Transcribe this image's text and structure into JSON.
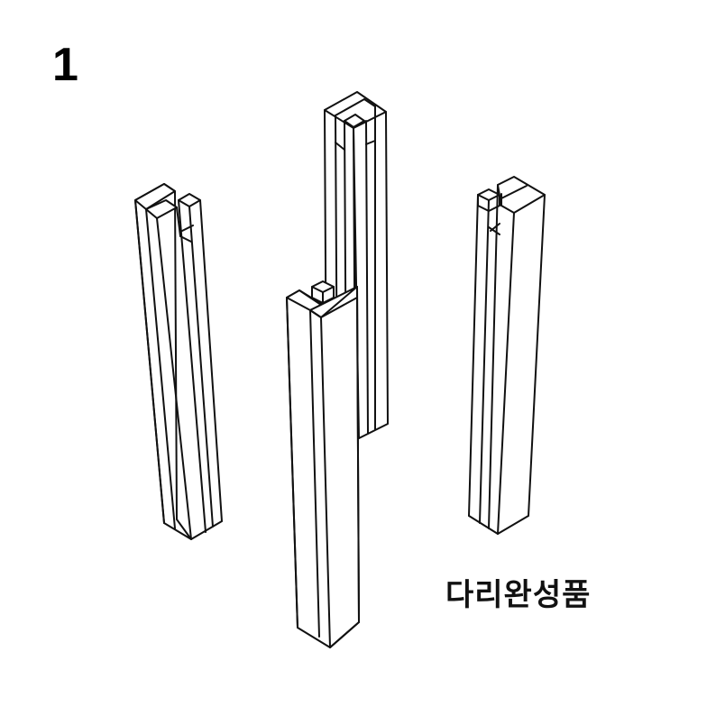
{
  "step": {
    "number": "1"
  },
  "caption": {
    "text": "다리완성품"
  },
  "illustration": {
    "description": "Four isometric wooden table legs with grooved tops",
    "legs": [
      {
        "id": "leg-left",
        "position": "left"
      },
      {
        "id": "leg-back",
        "position": "back-center"
      },
      {
        "id": "leg-front",
        "position": "front-center"
      },
      {
        "id": "leg-right",
        "position": "right"
      }
    ],
    "line_color": "#111111",
    "background": "#ffffff"
  }
}
